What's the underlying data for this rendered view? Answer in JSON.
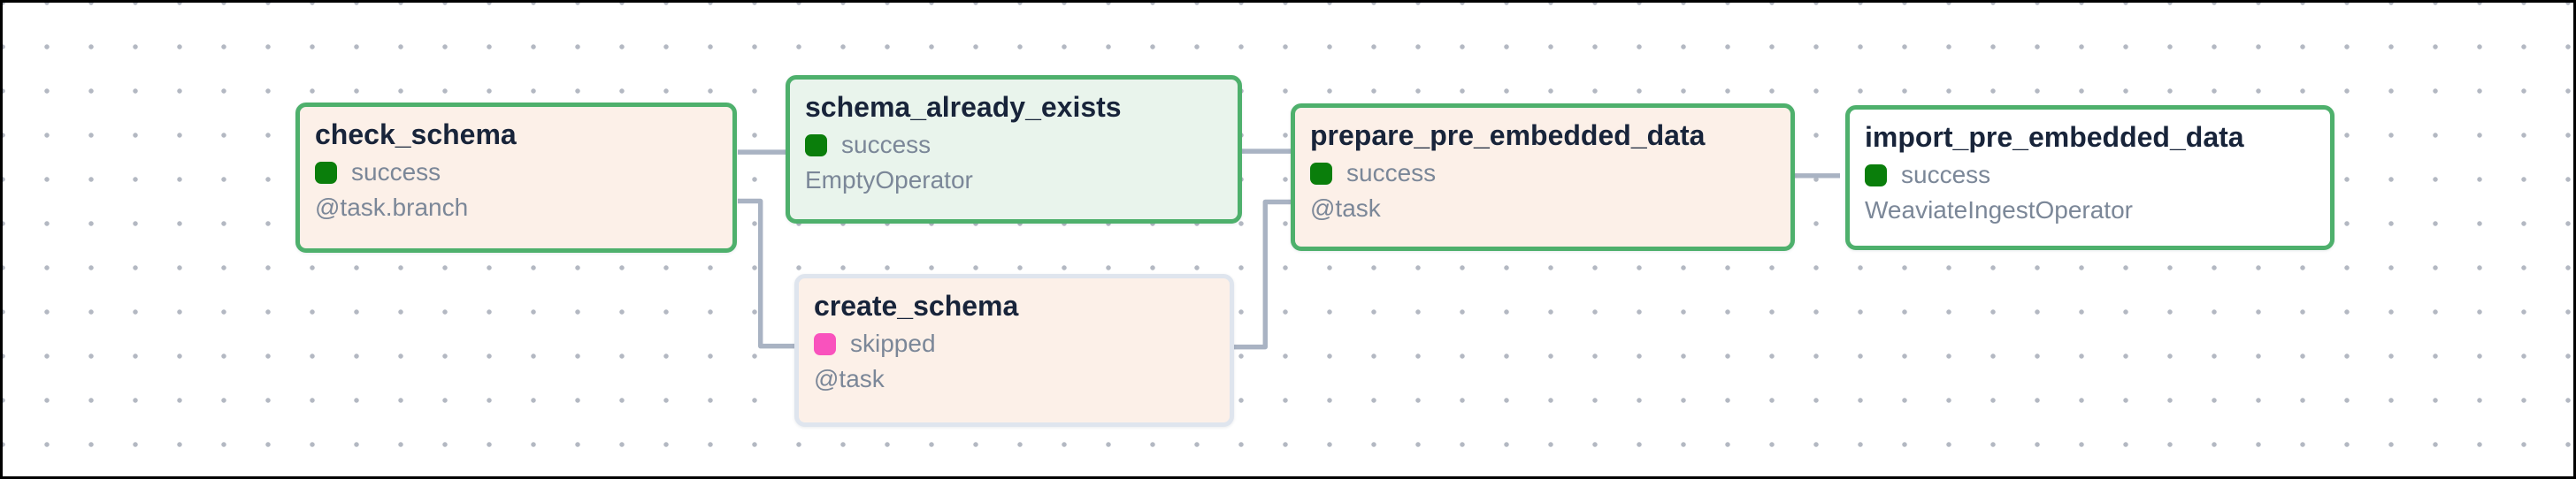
{
  "app": {
    "view": "dag-graph",
    "description": "Airflow DAG graph canvas with task nodes"
  },
  "colors": {
    "node_border_success": "#4eb06c",
    "node_border_skipped": "#dfe5ee",
    "node_bg_peach": "#fcf0e8",
    "node_bg_light_green": "#e9f4ec",
    "node_bg_white": "#ffffff",
    "state_success_square": "#0a7e0b",
    "state_skipped_square": "#f952bd",
    "title_text": "#18243a",
    "secondary_text": "#7b8798",
    "edge": "#a9b3c3",
    "grid_dot": "#b3b8c2",
    "frame": "#000000"
  },
  "nodes": [
    {
      "title": "check_schema",
      "state": "success",
      "operator": "@task.branch"
    },
    {
      "title": "schema_already_exists",
      "state": "success",
      "operator": "EmptyOperator"
    },
    {
      "title": "create_schema",
      "state": "skipped",
      "operator": "@task"
    },
    {
      "title": "prepare_pre_embedded_data",
      "state": "success",
      "operator": "@task"
    },
    {
      "title": "import_pre_embedded_data",
      "state": "success",
      "operator": "WeaviateIngestOperator"
    }
  ],
  "edges": [
    {
      "from": "check_schema",
      "to": "schema_already_exists"
    },
    {
      "from": "check_schema",
      "to": "create_schema"
    },
    {
      "from": "schema_already_exists",
      "to": "prepare_pre_embedded_data"
    },
    {
      "from": "create_schema",
      "to": "prepare_pre_embedded_data"
    },
    {
      "from": "prepare_pre_embedded_data",
      "to": "import_pre_embedded_data"
    }
  ]
}
